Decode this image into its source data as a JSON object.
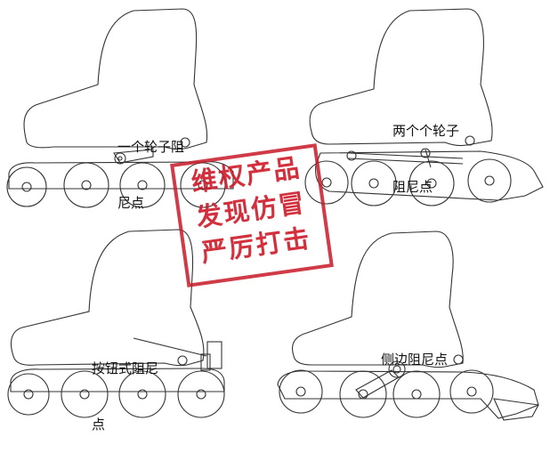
{
  "panels": [
    {
      "id": "top-left",
      "label_lines": [
        "一个轮子阻",
        "尼点"
      ]
    },
    {
      "id": "top-right",
      "label_lines": [
        "两个个轮子",
        "阻尼点"
      ]
    },
    {
      "id": "bottom-left",
      "label_lines": [
        "按钮式阻尼",
        "点"
      ]
    },
    {
      "id": "bottom-right",
      "label_lines": [
        "侧边阻尼点"
      ]
    }
  ],
  "stamp": {
    "lines": [
      "维权产品",
      "发现仿冒",
      "严厉打击"
    ],
    "color": "#c81928"
  }
}
